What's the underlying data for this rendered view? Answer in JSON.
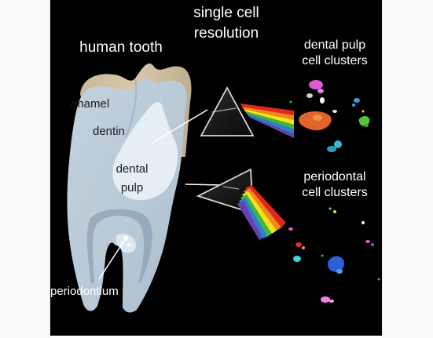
{
  "labels": {
    "human_tooth": "human tooth",
    "single_cell_1": "single cell",
    "single_cell_2": "resolution",
    "enamel": "enamel",
    "dentin": "dentin",
    "dental_1": "dental",
    "dental_2": "pulp",
    "periodontium": "periodontium",
    "pulp_clusters_1": "dental pulp",
    "pulp_clusters_2": "cell clusters",
    "perio_clusters_1": "periodontal",
    "perio_clusters_2": "cell clusters"
  },
  "colors": {
    "background": "#000000",
    "frame": "#fafafa",
    "text": "#ffffff",
    "rainbow": [
      "#e0261f",
      "#f08a1c",
      "#f4e21b",
      "#3fb24a",
      "#2c7fd0",
      "#6a3fb0"
    ]
  }
}
